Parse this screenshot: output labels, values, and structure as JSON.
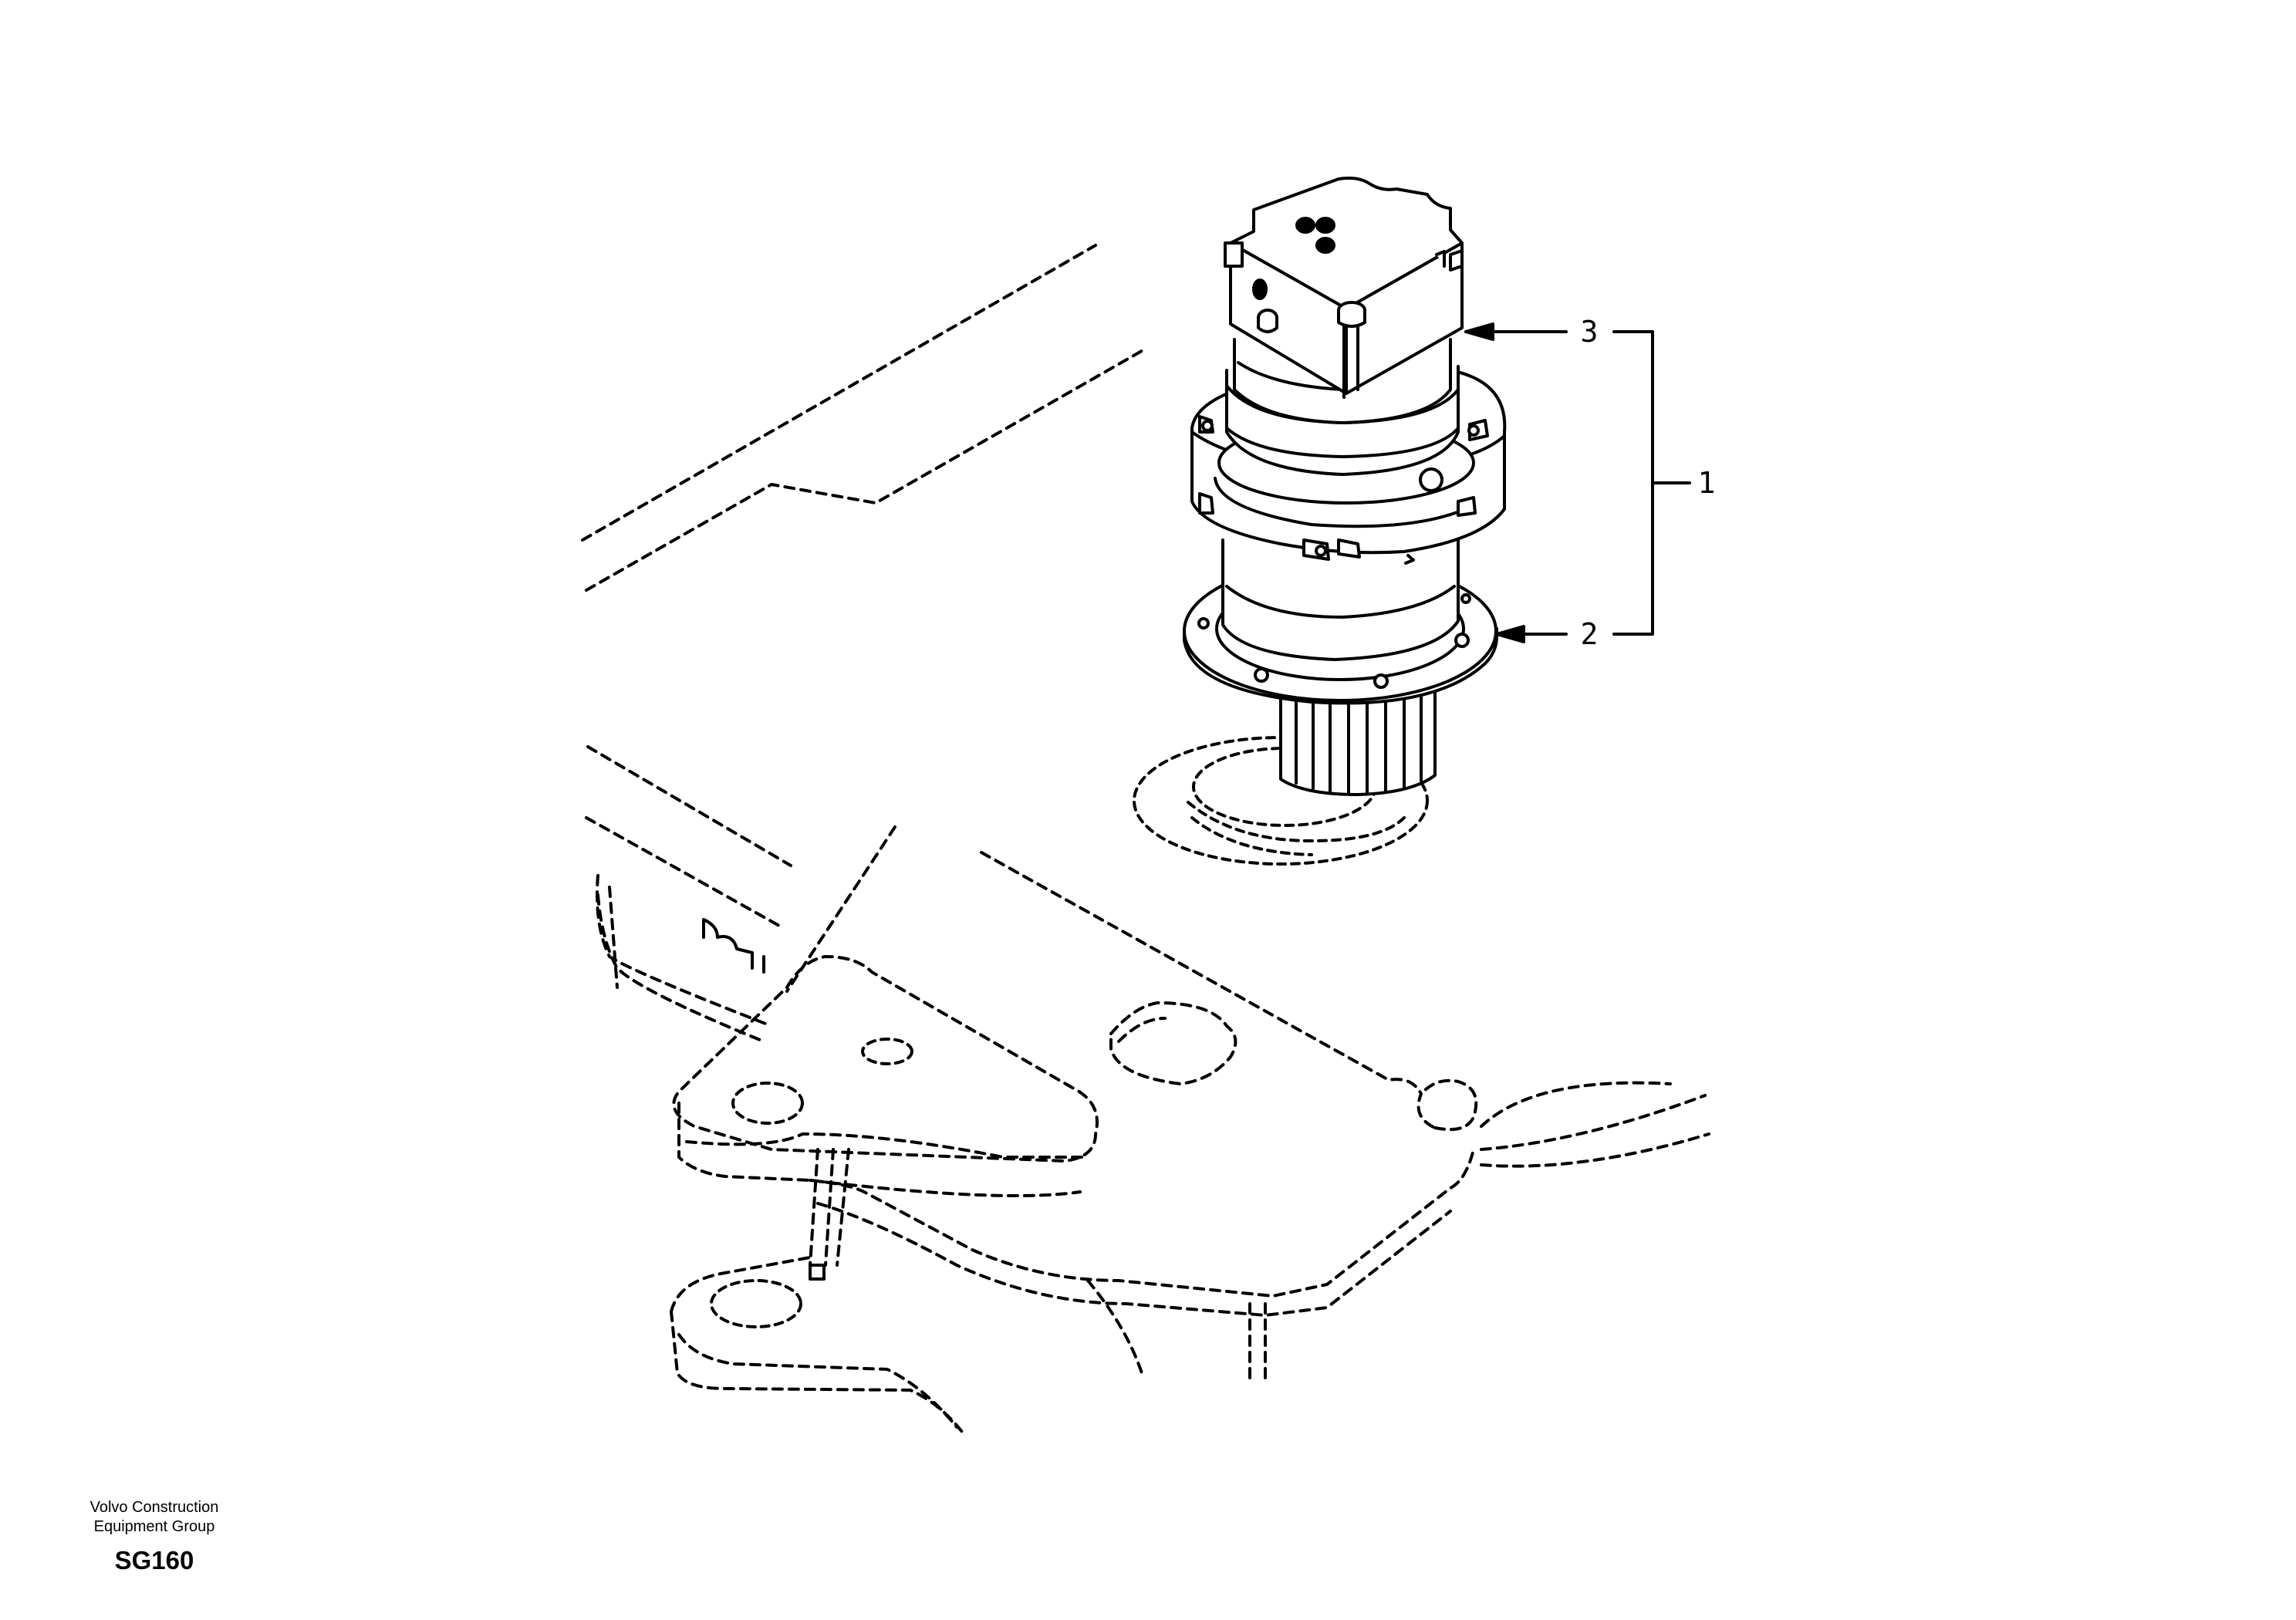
{
  "callouts": {
    "item_1": "1",
    "item_2": "2",
    "item_3": "3"
  },
  "footer": {
    "company_line_1": "Volvo Construction",
    "company_line_2": "Equipment Group",
    "drawing_code": "SG160"
  }
}
